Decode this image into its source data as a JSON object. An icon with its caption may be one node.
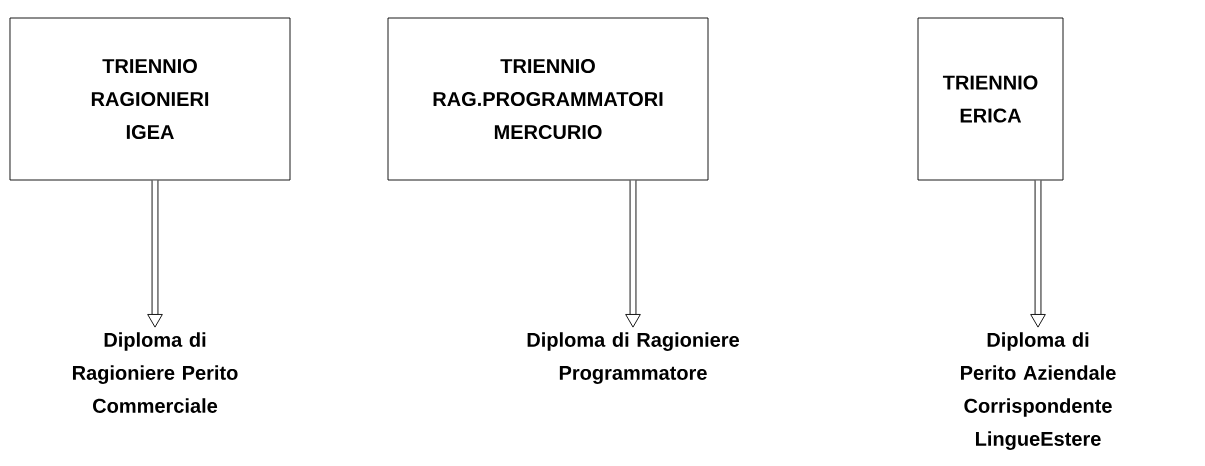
{
  "diagram": {
    "nodes": [
      {
        "text": [
          "TRIENNIO RAGIONIERI IGEA"
        ]
      },
      {
        "text": [
          "TRIENNIO RAG.PROGRAMMATORI MERCURIO"
        ]
      },
      {
        "text": [
          "TRIENNIO ERICA"
        ]
      },
      {
        "text": [
          "Diploma di Ragioniere Perito Commerciale"
        ]
      },
      {
        "text": [
          "Diploma di Ragioniere Programmatore"
        ]
      },
      {
        "text": [
          "Diploma di Perito Aziendale Corrispondente LingueEstere"
        ]
      }
    ],
    "edges": [
      {
        "from": 0,
        "to": 3,
        "arrow": "to"
      },
      {
        "from": 1,
        "to": 4,
        "arrow": "to"
      },
      {
        "from": 2,
        "to": 5,
        "arrow": "to"
      }
    ]
  }
}
